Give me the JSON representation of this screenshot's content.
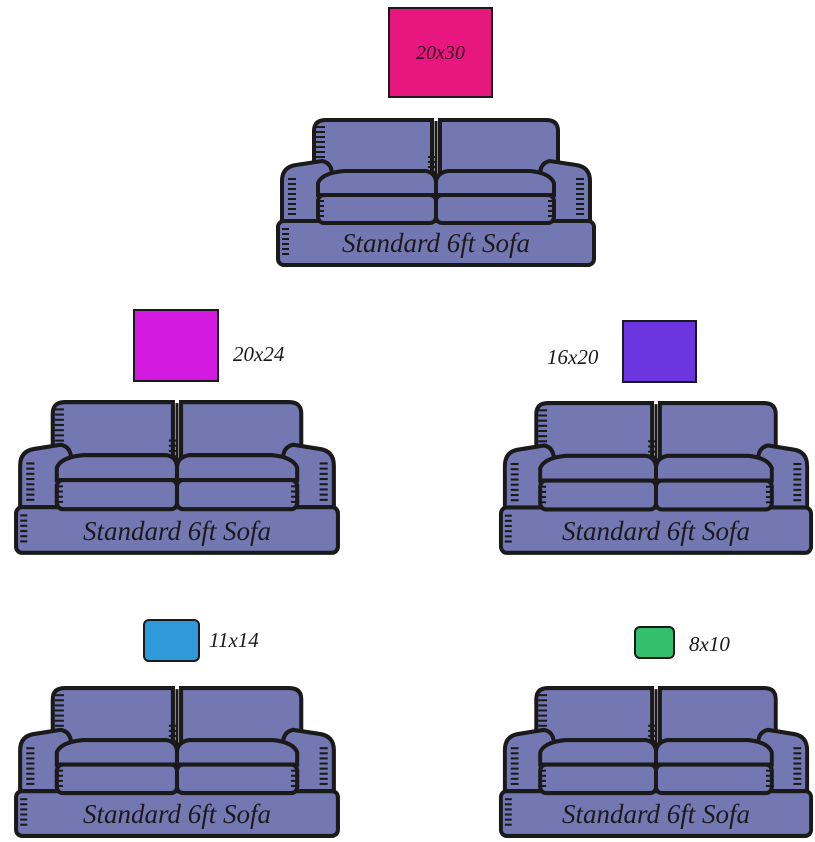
{
  "sofa_caption": "Standard 6ft Sofa",
  "sofa_color": "#7478B2",
  "outline_color": "#1a1a1a",
  "frames": [
    {
      "label": "20x30",
      "color": "#E8177F"
    },
    {
      "label": "20x24",
      "color": "#D41AE0"
    },
    {
      "label": "16x20",
      "color": "#6B35E0"
    },
    {
      "label": "11x14",
      "color": "#2F9AD9"
    },
    {
      "label": "8x10",
      "color": "#33BF6B"
    }
  ]
}
